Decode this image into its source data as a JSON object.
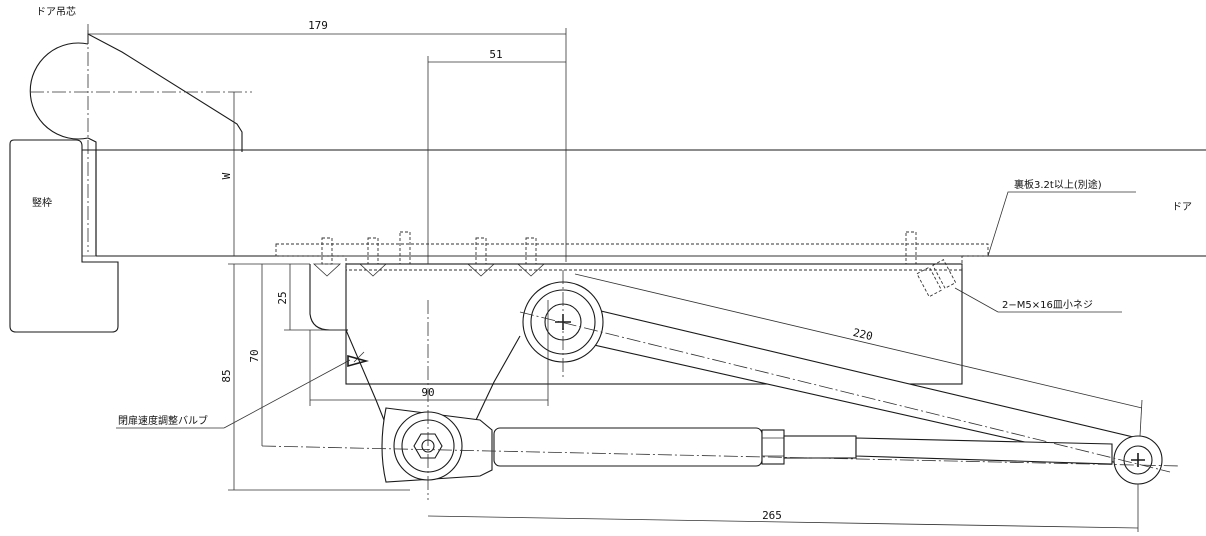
{
  "labels": {
    "door_pivot": "ドア吊芯",
    "frame": "竪枠",
    "door": "ドア",
    "back_plate": "裏板3.2t以上(別途)",
    "screws": "2−M5×16皿小ネジ",
    "valve": "閉扉速度調整バルブ",
    "w": "W"
  },
  "dimensions": {
    "d179": "179",
    "d51": "51",
    "d220": "220",
    "d25": "25",
    "d70": "70",
    "d85": "85",
    "d90": "90",
    "d265": "265"
  }
}
